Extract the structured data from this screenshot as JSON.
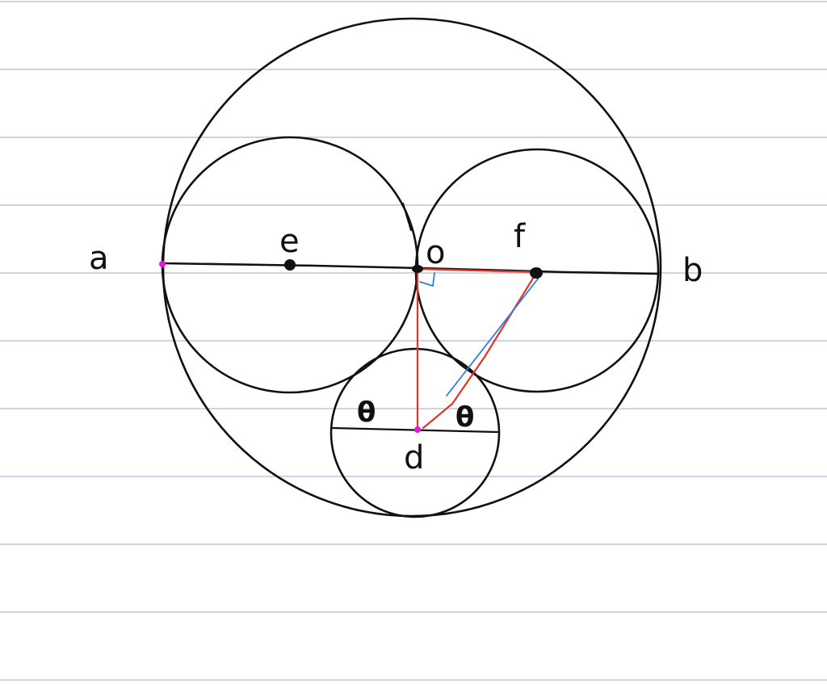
{
  "colors": {
    "paper": "#ffffff",
    "ruling": "#b9c8da",
    "ink": "#111111",
    "red_ink": "#e0332a",
    "blue_ink": "#2b7de0",
    "magenta_dot": "#e11ad8"
  },
  "labels": {
    "a": "a",
    "b": "b",
    "e": "e",
    "o": "o",
    "f": "f",
    "d": "d",
    "theta_left": "θ",
    "theta_right": "θ"
  }
}
